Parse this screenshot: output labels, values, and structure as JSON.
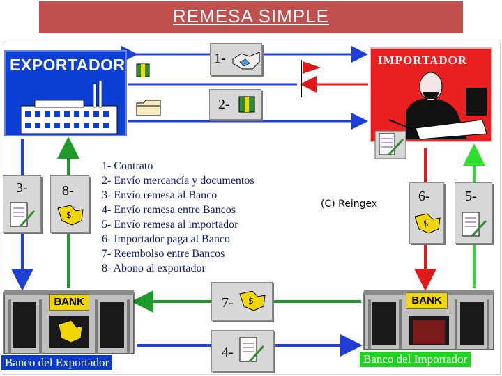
{
  "title": "REMESA SIMPLE",
  "parties": {
    "exporter": "EXPORTADOR",
    "importer": "IMPORTADOR"
  },
  "banks": {
    "sign": "BANK",
    "exporter_bank": "Banco del Exportador",
    "importer_bank": "Banco del Importador"
  },
  "steps": {
    "s1": "1-",
    "s2": "2-",
    "s3": "3-",
    "s4": "4-",
    "s5": "5-",
    "s6": "6-",
    "s7": "7-",
    "s8": "8-"
  },
  "legend": [
    "1- Contrato",
    "2- Envío mercancía y documentos",
    "3- Envío remesa al Banco",
    "4- Envío remesa entre Bancos",
    "5- Envío remesa al importador",
    "6- Importador paga al Banco",
    "7- Reembolso entre Bancos",
    "8- Abono al exportador"
  ],
  "copyright": "(C) Reingex",
  "colors": {
    "title_bar": "#c0504d",
    "blue_flow": "#1f3fd6",
    "red_flow": "#e01818",
    "green_flow": "#1e9a2a",
    "bright_green_flow": "#2ee02e",
    "exporter_bg": "#0b3fd6",
    "importer_bg": "#ea2020"
  },
  "icons": [
    "handshake-icon",
    "goods-box-icon",
    "folder-icon",
    "flag-icon",
    "document-icon",
    "money-icon",
    "factory-icon",
    "businessman-icon",
    "bank-building-icon"
  ]
}
